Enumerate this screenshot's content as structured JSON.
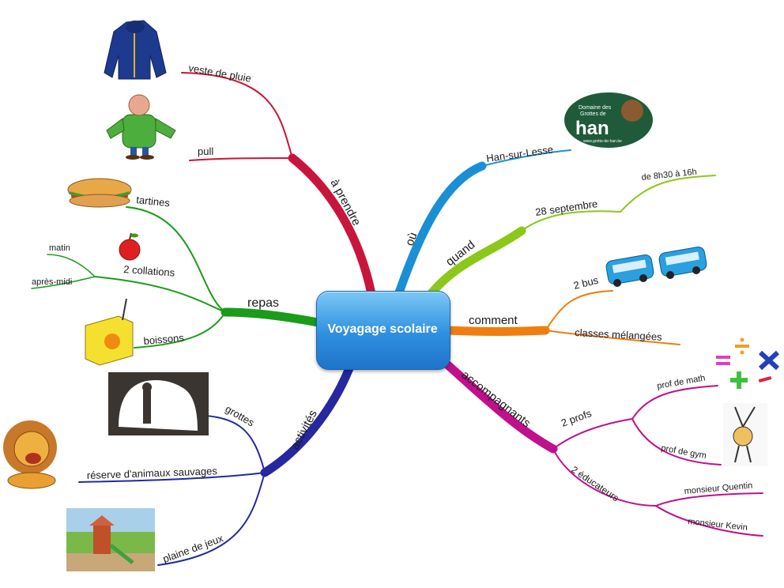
{
  "center": {
    "label": "Voyagage scolaire"
  },
  "branches": {
    "a_prendre": {
      "label": "à prendre",
      "color": "#c8153c",
      "items": {
        "veste": "veste de pluie",
        "pull": "pull"
      }
    },
    "repas": {
      "label": "repas",
      "color": "#1a9b1a",
      "items": {
        "tartines": "tartines",
        "collations": "2 collations",
        "matin": "matin",
        "apres_midi": "après-midi",
        "boissons": "boissons"
      }
    },
    "activites": {
      "label": "activités",
      "color": "#25289e",
      "items": {
        "grottes": "grottes",
        "reserve": "réserve d'animaux sauvages",
        "plaine": "plaine de jeux"
      }
    },
    "ou": {
      "label": "où",
      "color": "#1a8fd6",
      "items": {
        "han": "Han-sur-Lesse"
      }
    },
    "quand": {
      "label": "quand",
      "color": "#8bc81a",
      "items": {
        "date": "28 septembre",
        "heures": "de 8h30 à 16h"
      }
    },
    "comment": {
      "label": "comment",
      "color": "#f07d10",
      "items": {
        "bus": "2 bus",
        "classes": "classes mélangées"
      }
    },
    "accompagnants": {
      "label": "accompagnants",
      "color": "#c0108c",
      "items": {
        "profs": "2 profs",
        "prof_math": "prof de math",
        "prof_gym": "prof de gym",
        "educateurs": "2 éducateurs",
        "quentin": "monsieur Quentin",
        "kevin": "monsieur Kevin"
      }
    }
  },
  "logo": {
    "line1": "Domaine des",
    "line2": "Grottes de",
    "big": "han",
    "url": "www.grotte-de-han.be"
  }
}
